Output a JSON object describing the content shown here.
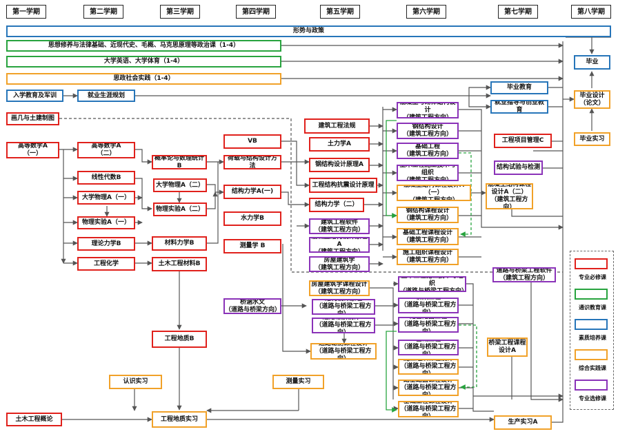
{
  "semesters": [
    "第一学期",
    "第二学期",
    "第三学期",
    "第四学期",
    "第五学期",
    "第六学期",
    "第七学期",
    "第八学期"
  ],
  "courses": {
    "xingshi": "形势与政策",
    "sixiang": "思想修养与法律基础、近现代史、毛概、马克思原理等政治课（1-4）",
    "yingyu": "大学英语、大学体育（1-4）",
    "sizheng": "思政社会实践（1-4）",
    "ruxue": "入学教育及军训",
    "jiuye": "就业生涯规划",
    "biye": "毕业",
    "biyesheji": "毕业设计\n（论文）",
    "biyeshixi": "毕业实习",
    "biyejiaoyu": "毕业教育",
    "jiuyezhidao": "就业指导与创业教育",
    "huaji": "画几与土建制图",
    "gaoshu1": "高等数学A\n（一）",
    "gaoshu2": "高等数学A\n（二）",
    "gailv": "概率论与数理统计B",
    "xianxing": "线性代数B",
    "wuli1": "大学物理A（一）",
    "wuli2": "大学物理A（二）",
    "shiyan1": "物理实验A（一）",
    "shiyan2": "物理实验A（二）",
    "lilun": "理论力学B",
    "cailiaolixue": "材料力学B",
    "huaxue": "工程化学",
    "tumucailiao": "土木工程材料B",
    "vb": "VB",
    "hezai": "荷载与结构设计方法",
    "jiegou1": "结构力学A(一)",
    "shuili": "水力学B",
    "celiang": "测量学 B",
    "qiaohan": "桥涵水文\n（道路与桥梁方向）",
    "fagui": "建筑工程法规",
    "tulixue": "土力学A",
    "gangjiegou": "钢结构设计原理A",
    "kangzhen": "工程结构抗震设计原理",
    "jiegou2": "结构力学（二）",
    "ruanjian": "建筑工程软件\n（建筑工程方向）",
    "hunningtu": "混凝土结构设计原理A\n（建筑工程方向）",
    "fangwu": "房屋建筑学\n（建筑工程方向）",
    "fangwukc": "房屋建筑学课程设计\n（建筑工程方向）",
    "jiegouyl": "结构设计原理\n（道路与桥梁工程方向）",
    "kancha": "道路勘察设计B\n（道路与桥梁工程方向）",
    "kancekc": "道路勘测课程设计\n（道路与桥梁工程方向）",
    "qiti": "混凝土与砌体结构设计\n（建筑工程方向）",
    "gangsheji": "钢结构设计\n（建筑工程方向）",
    "jichu": "基础工程\n（建筑工程方向）",
    "shigong": "土木工程施工技术与组织\n（建筑工程方向）",
    "hntkc1": "混凝土结构课程设计A（一）\n（建筑工程方向）",
    "gangkc": "钢结构课程设计\n（建筑工程方向）",
    "jichukc": "基础工程课程设计\n（建筑工程方向）",
    "shigongkc": "施工组织课程设计\n（建筑工程方向）",
    "shigong2": "土木工程施工技术与组织\n（道路与桥梁工程方向）",
    "qiaoliang": "桥梁工程\n（道路与桥梁工程方向）",
    "lujilumian": "路基路面工程\n（道路与桥梁工程方向）",
    "jichu2": "基础工程\n（道路与桥梁工程方向）",
    "shigongkc2": "施工组织课程设计\n（道路与桥梁工程方向）",
    "lumiankc": "路基路面课程设计\n（道路与桥梁工程方向）",
    "jichukc2": "基础工程课程设计\n（道路与桥梁工程方向）",
    "hntkc2": "混凝土结构课程\n设计A（二）\n（建筑工程方向）",
    "xiangmu": "工程项目管理C",
    "shiyan": "结构试验与检测",
    "qiaoruan": "道路与桥梁工程软件\n（建筑工程方向）",
    "qiaokc": "桥梁工程课程\n设计A",
    "renshi": "认识实习",
    "dizhi": "工程地质B",
    "celiangsx": "测量实习",
    "gailun": "土木工程概论",
    "dizhisx": "工程地质实习",
    "shengchan": "生产实习A"
  },
  "legend": [
    "专业必修课",
    "通识教育课",
    "素质培养课",
    "综合实践课",
    "专业选修课"
  ],
  "colors": {
    "required": "#e0201b",
    "general": "#27a33e",
    "quality": "#2675b9",
    "practice": "#f1a128",
    "elective": "#8a32b8",
    "line": "#555555",
    "dashed_green": "#27a33e"
  }
}
